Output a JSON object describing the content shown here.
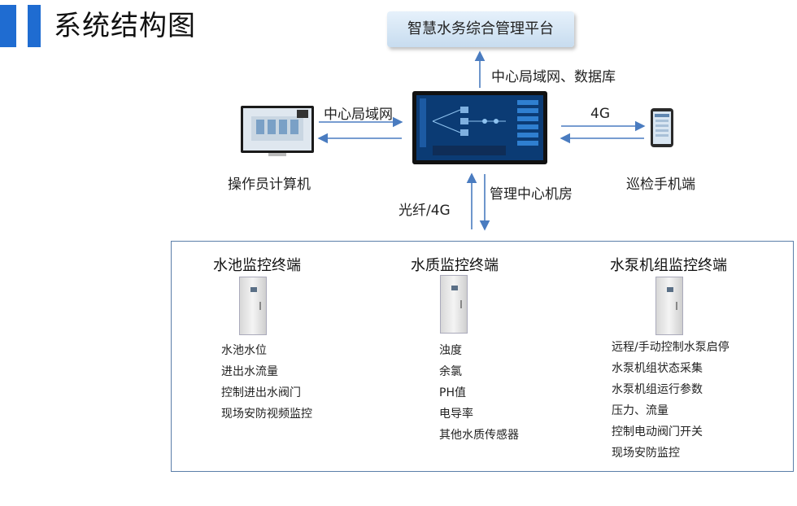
{
  "title": "系统结构图",
  "platform": "智慧水务综合管理平台",
  "links": {
    "top": "中心局域网、数据库",
    "left": "中心局域网",
    "right": "4G",
    "bottom_left": "光纤/4G",
    "bottom_right": "管理中心机房"
  },
  "nodes": {
    "pc": "操作员计算机",
    "mobile": "巡检手机端"
  },
  "terminals": [
    {
      "title": "水池监控终端",
      "items": [
        "水池水位",
        "进出水流量",
        "控制进出水阀门",
        "现场安防视频监控"
      ]
    },
    {
      "title": "水质监控终端",
      "items": [
        "浊度",
        "余氯",
        "PH值",
        "电导率",
        "其他水质传感器"
      ]
    },
    {
      "title": "水泵机组监控终端",
      "items": [
        "远程/手动控制水泵启停",
        "水泵机组状态采集",
        "水泵机组运行参数",
        "压力、流量",
        "控制电动阀门开关",
        "现场安防监控"
      ]
    }
  ],
  "colors": {
    "accent": "#1f6cd1",
    "arrow": "#4a7cc0",
    "frame": "#5b7ea9"
  }
}
